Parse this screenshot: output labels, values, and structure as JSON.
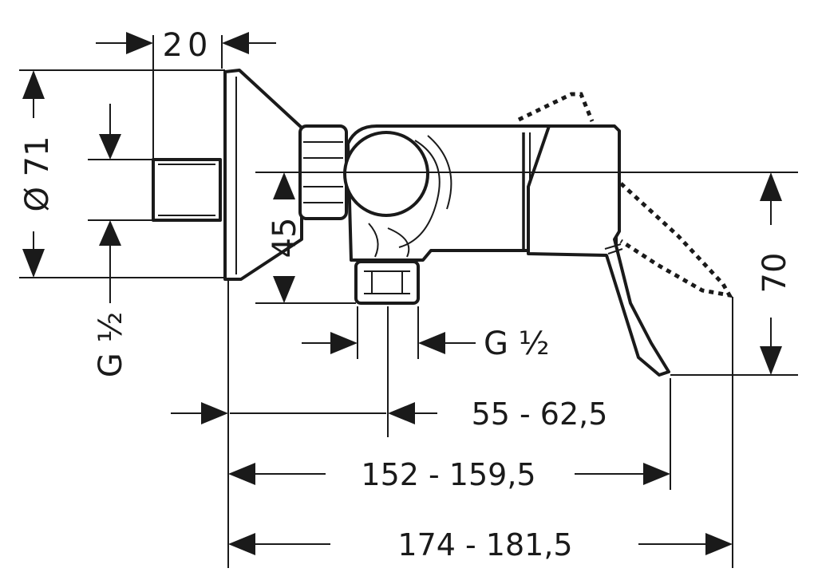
{
  "dimensions": {
    "flange_width": "20",
    "flange_diameter": "Ø 71",
    "inlet_thread_left": "G ½",
    "outlet_height": "45",
    "outlet_thread_bottom": "G ½",
    "lever_height": "70",
    "outlet_offset": "55 - 62,5",
    "lever_reach": "152 - 159,5",
    "total_length": "174 - 181,5"
  }
}
